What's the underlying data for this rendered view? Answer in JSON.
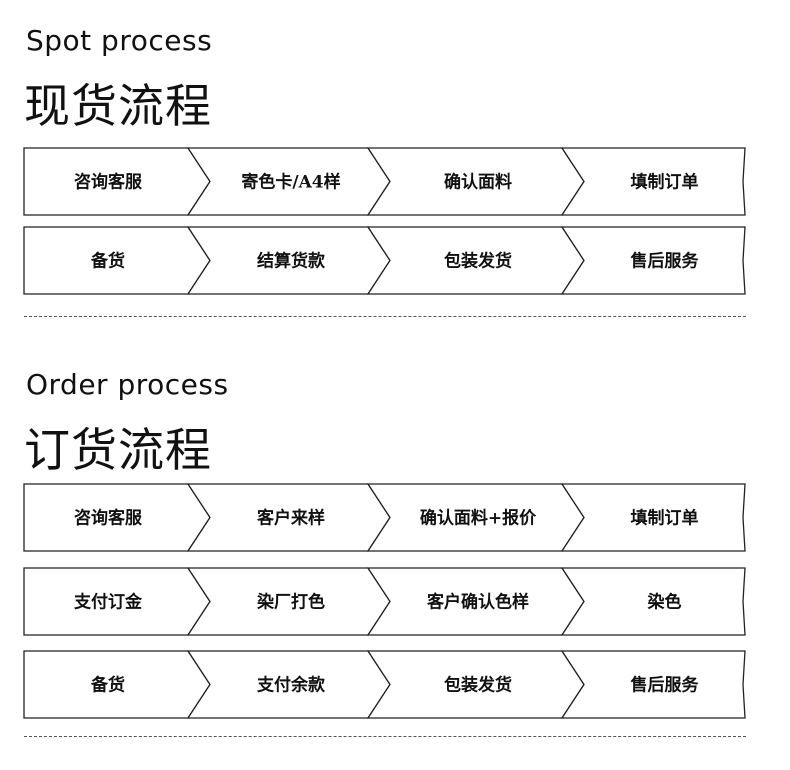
{
  "spot": {
    "title_en": "Spot process",
    "title_zh": "现货流程",
    "rows": [
      [
        "咨询客服",
        "寄色卡/A4样",
        "确认面料",
        "填制订单"
      ],
      [
        "备货",
        "结算货款",
        "包装发货",
        "售后服务"
      ]
    ]
  },
  "order": {
    "title_en": "Order process",
    "title_zh": "订货流程",
    "rows": [
      [
        "咨询客服",
        "客户来样",
        "确认面料+报价",
        "填制订单"
      ],
      [
        "支付订金",
        "染厂打色",
        "客户确认色样",
        "染色"
      ],
      [
        "备货",
        "支付余款",
        "包装发货",
        "售后服务"
      ]
    ]
  },
  "colors": {
    "stroke": "#222222",
    "fill": "#ffffff",
    "text": "#111111"
  }
}
